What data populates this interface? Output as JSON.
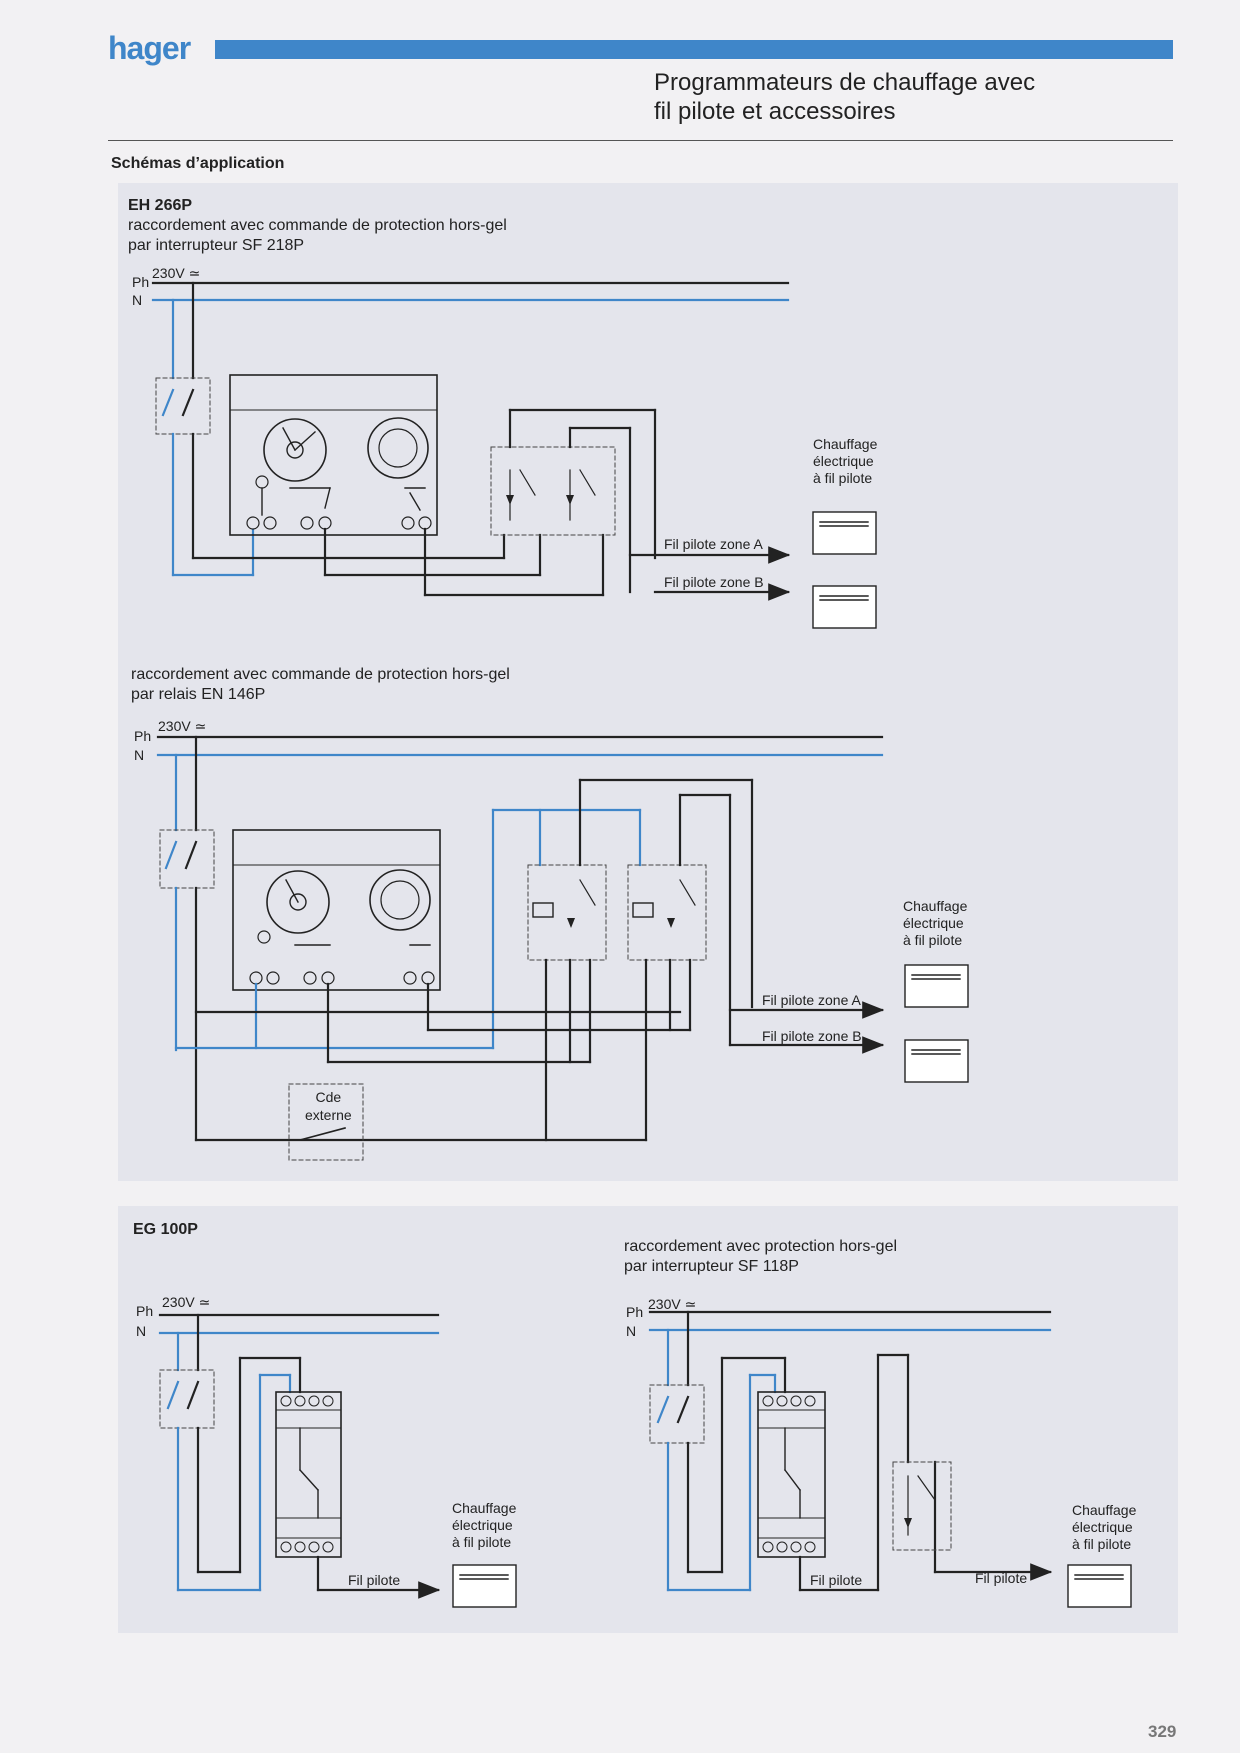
{
  "header": {
    "brand": "hager",
    "title": "Programmateurs de chauffage avec\nfil pilote et accessoires",
    "accent_color": "#3f86c9"
  },
  "section_title": "Schémas d’application",
  "diagrams": {
    "eh266p": {
      "model": "EH 266P",
      "caption1": "raccordement avec commande de protection hors-gel\npar interrupteur SF 218P",
      "caption2": "raccordement avec commande de protection hors-gel\npar relais EN 146P",
      "cde_externe": "Cde\nexterne"
    },
    "eg100p": {
      "model": "EG 100P",
      "caption": "raccordement avec protection hors-gel\npar interrupteur SF 118P"
    },
    "labels": {
      "ph": "Ph",
      "n": "N",
      "voltage": "230V ≃",
      "heater": "Chauffage\nélectrique\nà fil pilote",
      "zone_a": "Fil pilote zone A",
      "zone_b": "Fil pilote zone B",
      "fil_pilote": "Fil pilote"
    },
    "colors": {
      "neutral": "#3f86c9",
      "phase": "#222222"
    }
  },
  "page_number": "329"
}
